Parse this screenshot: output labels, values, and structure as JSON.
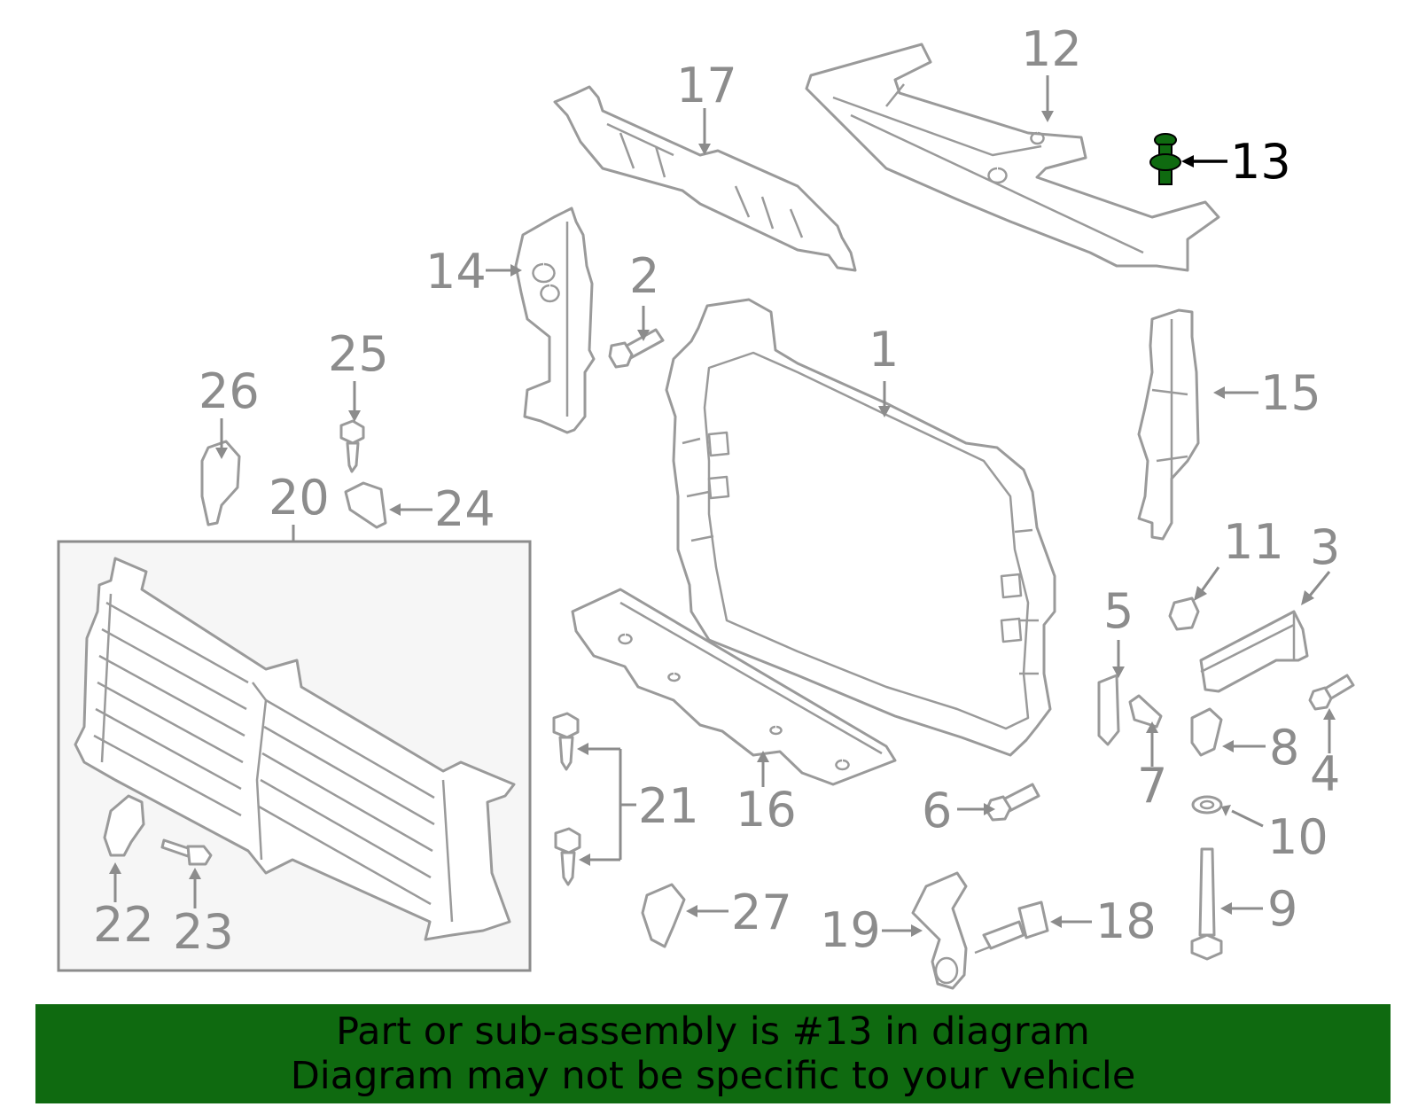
{
  "callouts": {
    "n1": "1",
    "n2": "2",
    "n3": "3",
    "n4": "4",
    "n5": "5",
    "n6": "6",
    "n7": "7",
    "n8": "8",
    "n9": "9",
    "n10": "10",
    "n11": "11",
    "n12": "12",
    "n13": "13",
    "n14": "14",
    "n15": "15",
    "n16": "16",
    "n17": "17",
    "n18": "18",
    "n19": "19",
    "n20": "20",
    "n21": "21",
    "n22": "22",
    "n23": "23",
    "n24": "24",
    "n25": "25",
    "n26": "26",
    "n27": "27"
  },
  "highlight": {
    "part_number": "13",
    "color": "#0f6a10"
  },
  "colors": {
    "line_gray": "#9a9a9a",
    "label_gray": "#8c8c8c",
    "banner_green": "#0f6a10",
    "inset_fill": "#f6f6f6"
  },
  "banner": {
    "line1": "Part or sub-assembly is #13 in diagram",
    "line2": "Diagram may not be specific to your vehicle"
  }
}
